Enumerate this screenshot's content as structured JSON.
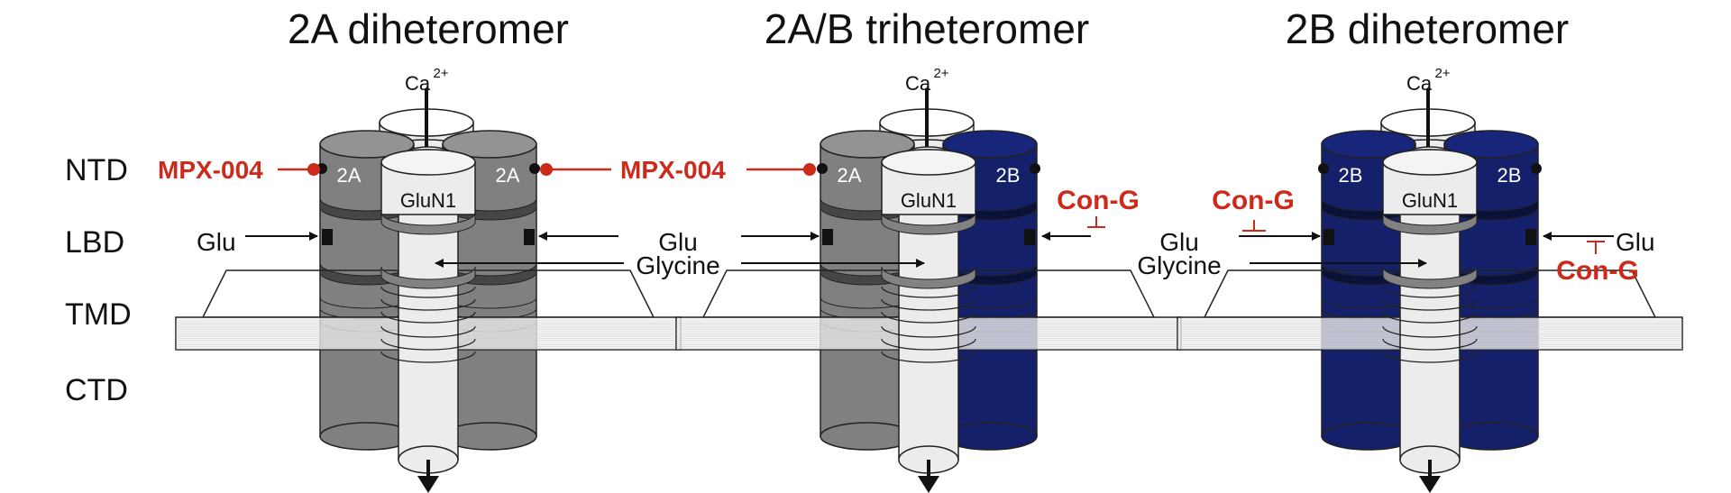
{
  "titles": [
    "2A diheteromer",
    "2A/B triheteromer",
    "2B diheteromer"
  ],
  "domains": [
    "NTD",
    "LBD",
    "TMD",
    "CTD"
  ],
  "subunits": {
    "gluN1": "GluN1",
    "a": "2A",
    "b": "2B"
  },
  "ions": {
    "ca": "Ca",
    "ca_charge": "2+"
  },
  "ligands": {
    "mpx": "MPX-004",
    "cong": "Con-G",
    "glu": "Glu",
    "gly": "Glycine",
    "inhibit_symbol": "⊥"
  },
  "colors": {
    "glun2a": "#808080",
    "glun2b": "#14206a",
    "glun1": "#ececec",
    "antagonist_red": "#cc2a1a"
  }
}
